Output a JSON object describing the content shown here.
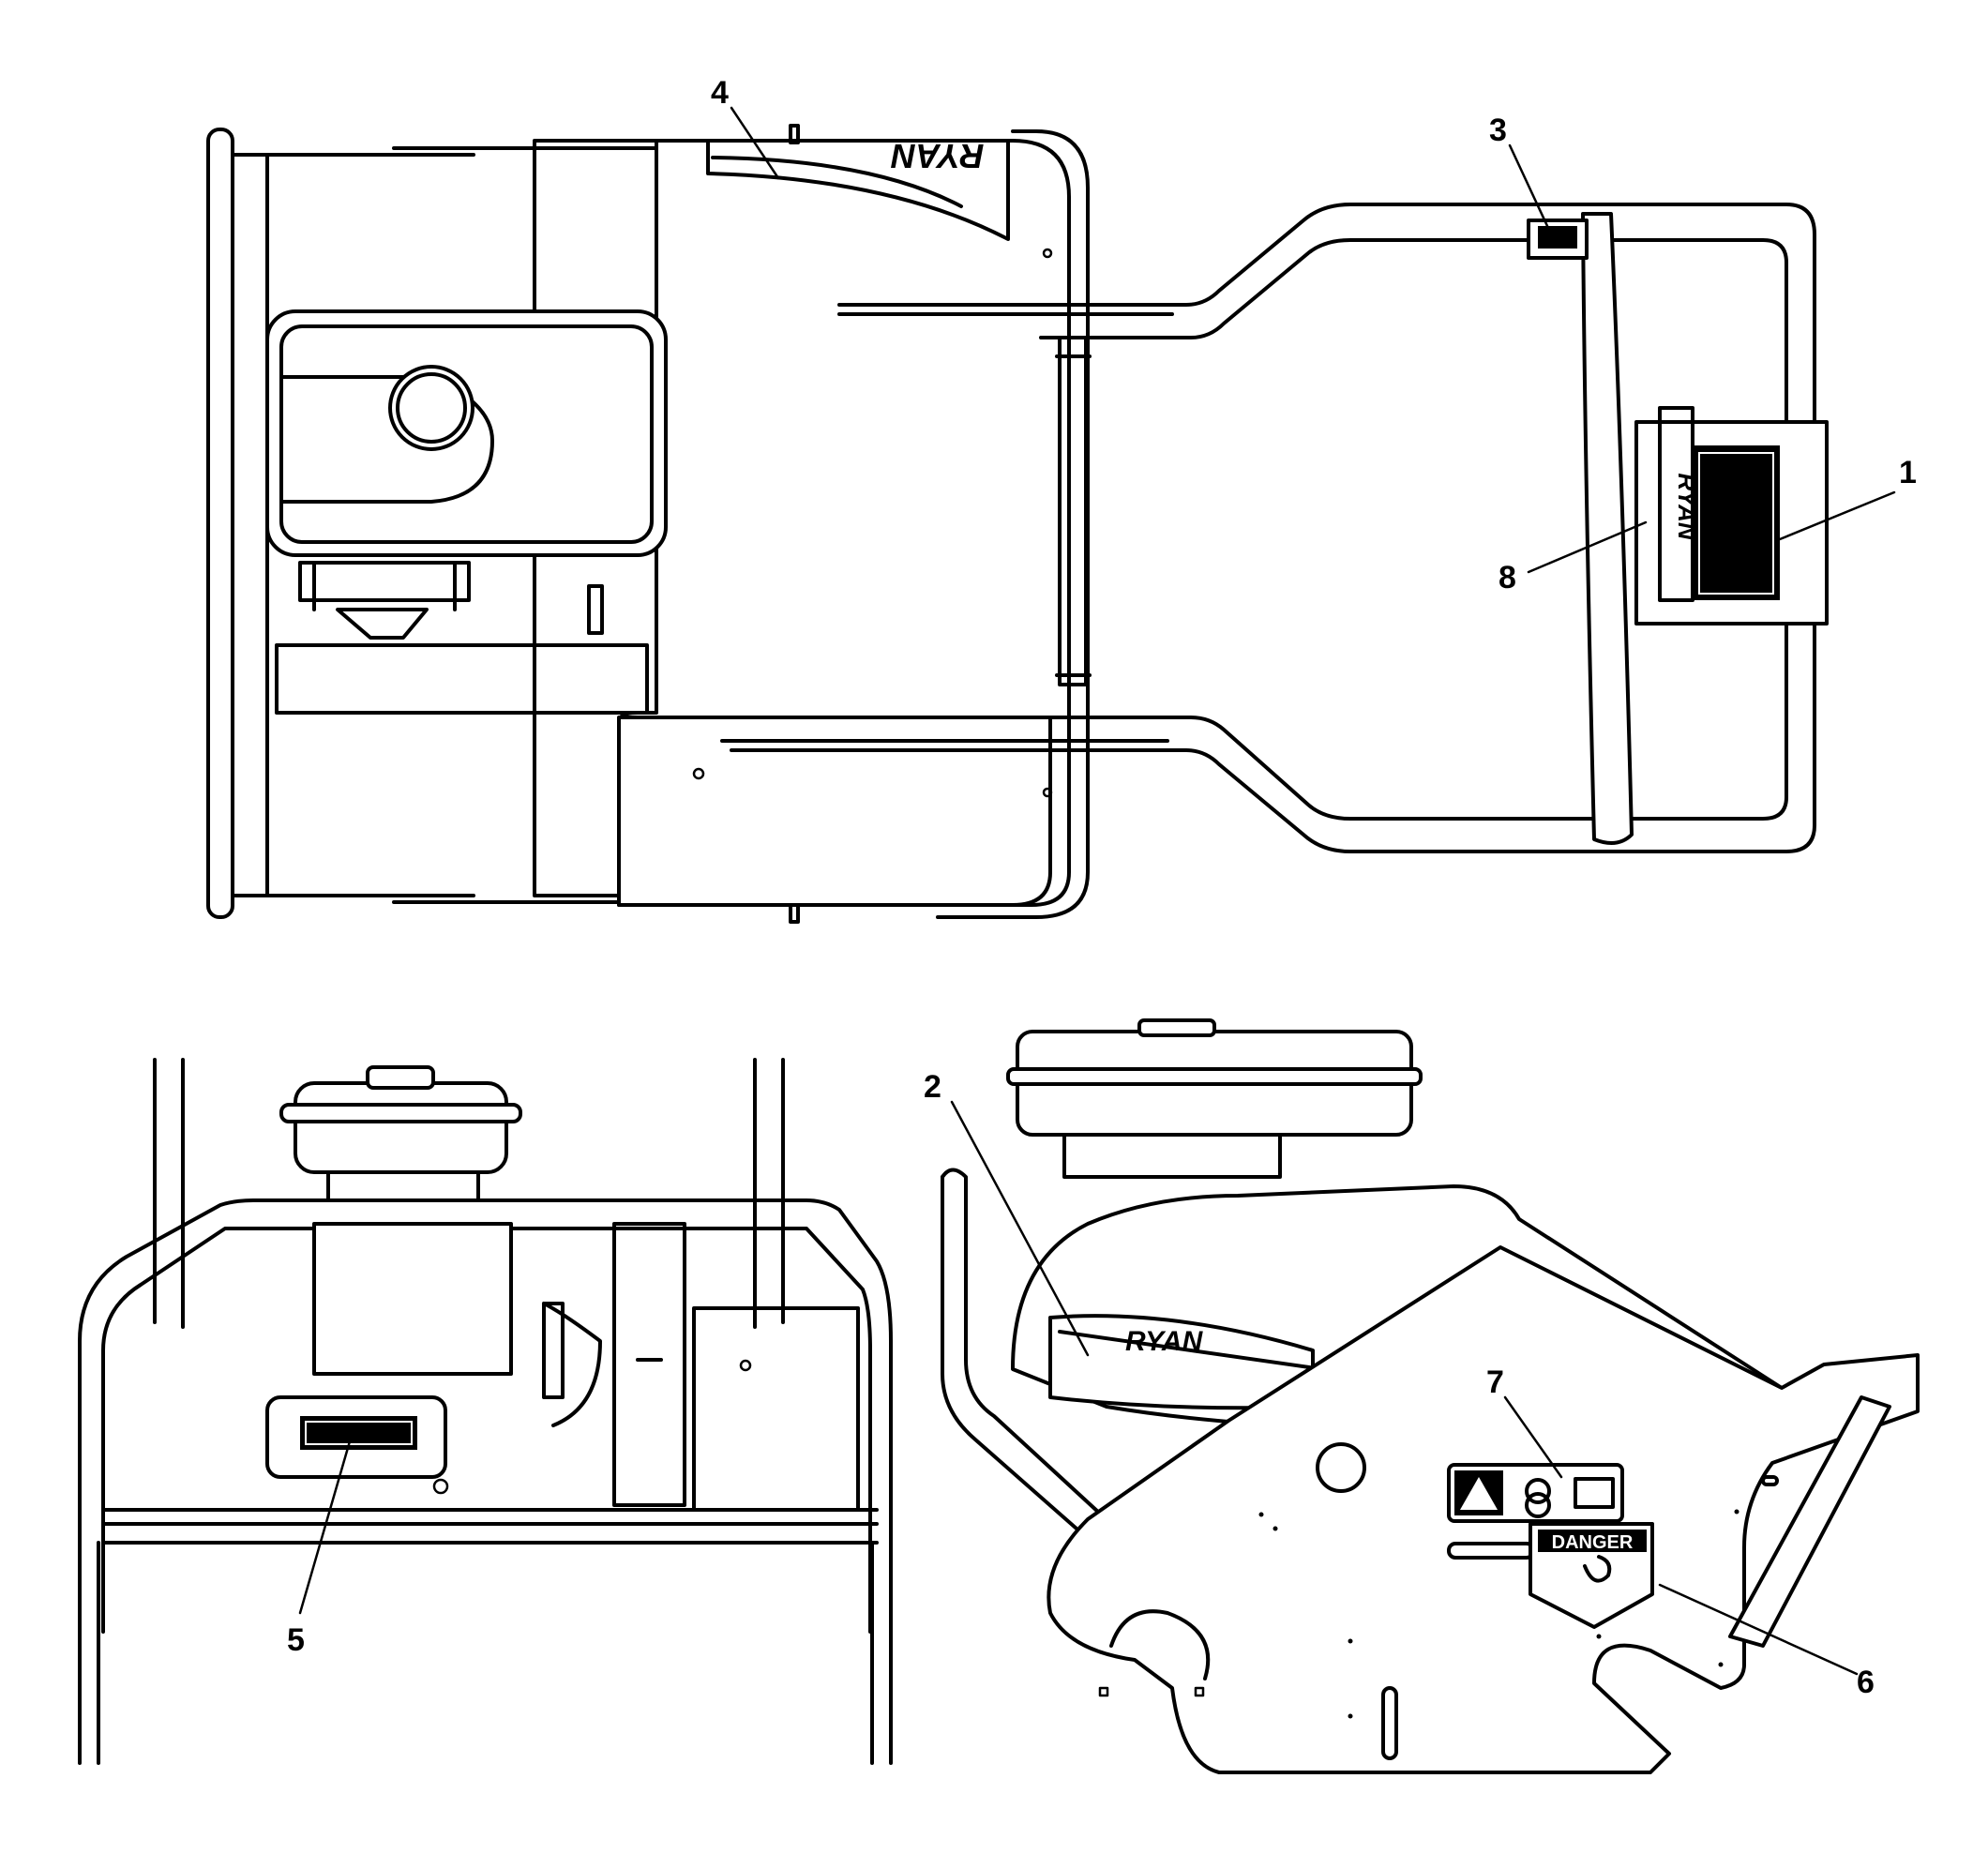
{
  "diagram": {
    "callouts": [
      {
        "id": "1",
        "label": "1"
      },
      {
        "id": "2",
        "label": "2"
      },
      {
        "id": "3",
        "label": "3"
      },
      {
        "id": "4",
        "label": "4"
      },
      {
        "id": "5",
        "label": "5"
      },
      {
        "id": "6",
        "label": "6"
      },
      {
        "id": "7",
        "label": "7"
      },
      {
        "id": "8",
        "label": "8"
      }
    ],
    "decals": {
      "brand": "RYAN",
      "danger": "DANGER"
    }
  }
}
